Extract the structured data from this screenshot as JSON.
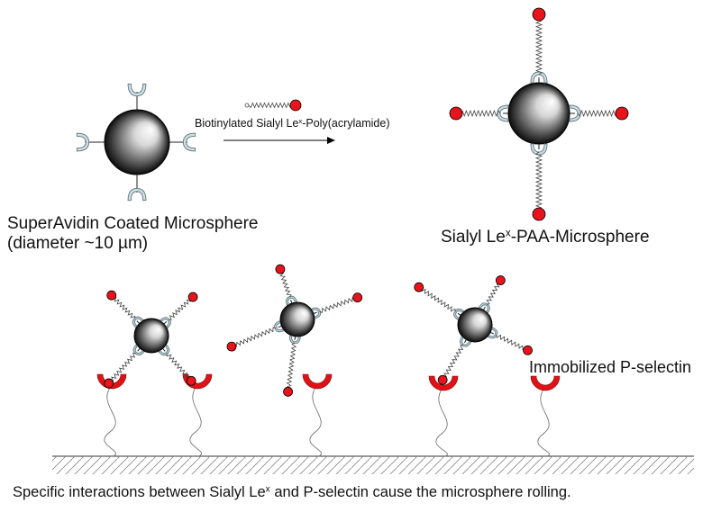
{
  "labels": {
    "coated_microsphere_line1": "SuperAvidin Coated Microsphere",
    "coated_microsphere_line2": "(diameter ~10 µm)",
    "reagent_prefix": "Biotinylated Sialyl Le",
    "reagent_sup": "x",
    "reagent_suffix": "-Poly(acrylamide)",
    "product_prefix": "Sialyl Le",
    "product_sup": "x",
    "product_suffix": "-PAA-Microsphere",
    "immobilized": "Immobilized P-selectin",
    "caption_prefix": "Specific interactions between Sialyl Le",
    "caption_sup": "x",
    "caption_suffix": " and P-selectin cause the microsphere rolling."
  },
  "colors": {
    "ligand_red": "#e8141b",
    "selectin_red": "#e01218",
    "avidin_fill": "#cfe0e6",
    "avidin_stroke": "#6a8088",
    "sphere_dark": "#111111",
    "sphere_light": "#ffffff"
  }
}
